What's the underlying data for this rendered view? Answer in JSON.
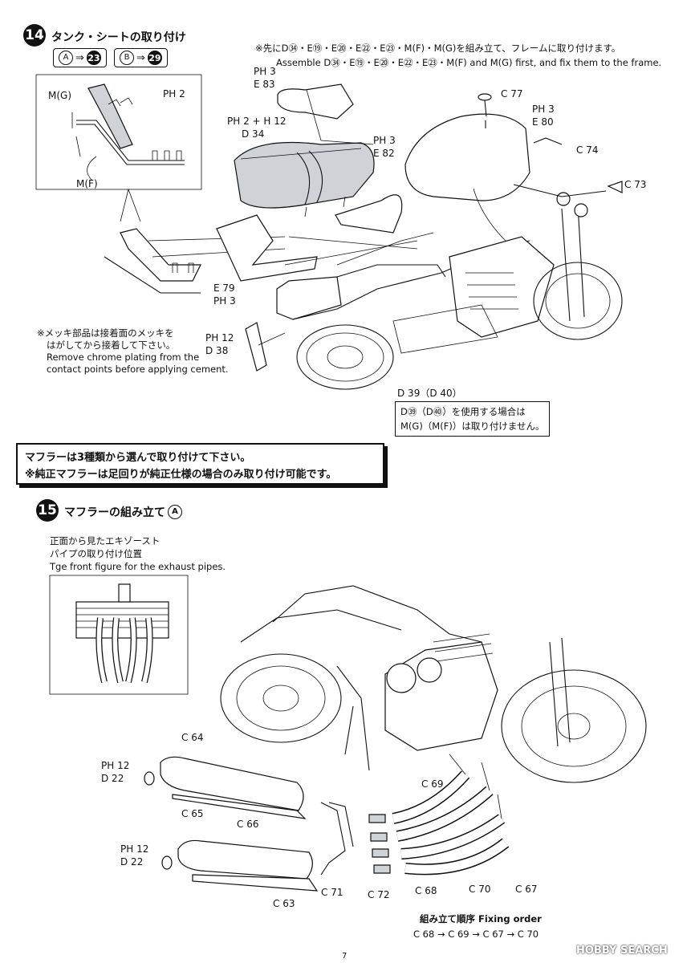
{
  "step14": {
    "number": "14",
    "title": "タンク・シートの取り付け",
    "ref_a_letter": "A",
    "ref_a_target": "23",
    "ref_b_letter": "B",
    "ref_b_target": "29",
    "assembly_note_jp": "※先にD㉞・E⑲・E⑳・E㉒・E㉓・M(F)・M(G)を組み立て、フレームに取り付けます。",
    "assembly_note_en": "Assemble D㉞・E⑲・E⑳・E㉒・E㉓・M(F) and M(G) first, and fix them to the frame.",
    "chrome_note_jp_1": "※メッキ部品は接着面のメッキを",
    "chrome_note_jp_2": "はがしてから接着して下さい。",
    "chrome_note_en_1": "Remove chrome plating from the",
    "chrome_note_en_2": "contact points before applying cement.",
    "d39_note_jp_1": "D㊴（D㊵）を使用する場合は",
    "d39_note_jp_2": "M(G)（M(F)）は取り付けません。",
    "labels": {
      "mg": "M(G)",
      "mf": "M(F)",
      "ph2": "PH 2",
      "ph3_e83": "PH 3",
      "e83": "E 83",
      "ph2_12": "PH 2 + H 12",
      "d34": "D 34",
      "ph3_e82": "PH 3",
      "e82": "E 82",
      "c77": "C 77",
      "ph3_e80": "PH 3",
      "e80": "E 80",
      "c74": "C 74",
      "c73": "C 73",
      "e79": "E 79",
      "ph3_e79": "PH 3",
      "ph12_d38": "PH 12",
      "d38": "D 38",
      "d39": "D 39（D 40）"
    }
  },
  "muffler_notice": {
    "line1": "マフラーは3種類から選んで取り付けて下さい。",
    "line2": "※純正マフラーは足回りが純正仕様の場合のみ取り付け可能です。"
  },
  "step15": {
    "number": "15",
    "title": "マフラーの組み立て",
    "title_mark": "A",
    "front_view_jp_1": "正面から見たエキゾースト",
    "front_view_jp_2": "パイプの取り付け位置",
    "front_view_en": "Tge front figure for the exhaust pipes.",
    "labels": {
      "c64": "C 64",
      "ph12_a": "PH 12",
      "d22_a": "D 22",
      "c65": "C 65",
      "c66": "C 66",
      "ph12_b": "PH 12",
      "d22_b": "D 22",
      "c63": "C 63",
      "c69a": "C 69",
      "c71": "C 71",
      "c72": "C 72",
      "c68": "C 68",
      "c70": "C 70",
      "c67": "C 67"
    },
    "fixing_order_title": "組み立て順序 Fixing order",
    "fixing_order": "C 68 → C 69 → C 67 → C 70"
  },
  "page_number": "7",
  "watermark": "HOBBY SEARCH"
}
